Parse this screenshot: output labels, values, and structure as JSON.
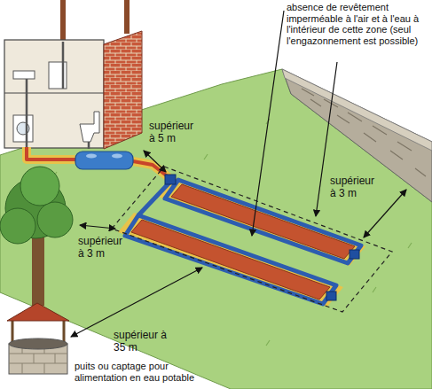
{
  "diagram": {
    "labels": [
      "absence de revêtement imperméable à l'air et à l'eau à l'intérieur de cette zone (seul l'engazonnement est possible)",
      "supérieur à 5 m",
      "supérieur à 3 m",
      "supérieur à 3 m",
      "supérieur à 35 m",
      "puits ou captage pour alimentation en eau potable"
    ]
  }
}
